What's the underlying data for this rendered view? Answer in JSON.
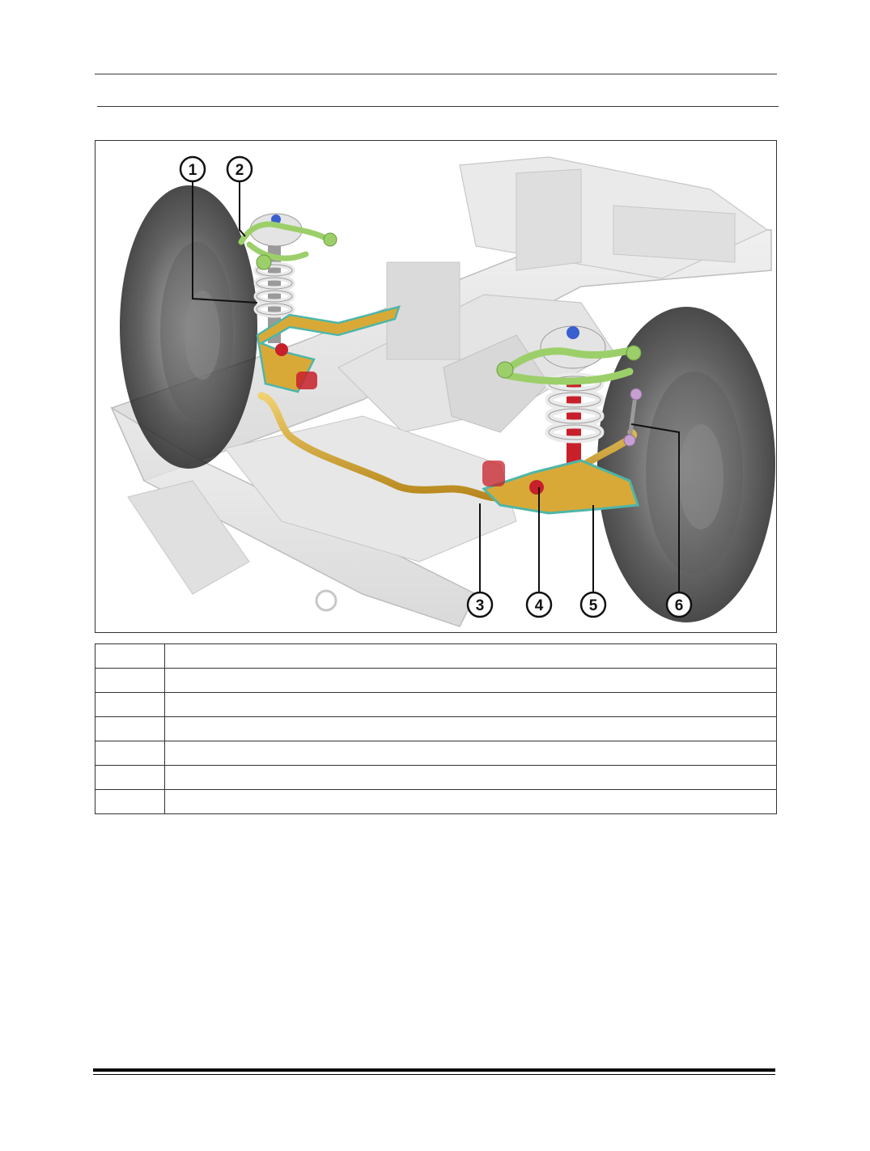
{
  "figure": {
    "callouts": [
      {
        "label": "1"
      },
      {
        "label": "2"
      },
      {
        "label": "3"
      },
      {
        "label": "4"
      },
      {
        "label": "5"
      },
      {
        "label": "6"
      }
    ],
    "colors": {
      "stabilizer_bar": "#d8a830",
      "upper_arm": "#9ccf6a",
      "lower_arm": "#d9a937",
      "bushing_red": "#c8202a",
      "link": "#c7a0d2",
      "spring_coil": "#e9e9ea",
      "ghost_frame": "#b5b5b5",
      "tire": "#3a3a3a"
    }
  },
  "legend_rows": [
    {
      "num": "",
      "desc": ""
    },
    {
      "num": "",
      "desc": ""
    },
    {
      "num": "",
      "desc": ""
    },
    {
      "num": "",
      "desc": ""
    },
    {
      "num": "",
      "desc": ""
    },
    {
      "num": "",
      "desc": ""
    },
    {
      "num": "",
      "desc": ""
    }
  ]
}
